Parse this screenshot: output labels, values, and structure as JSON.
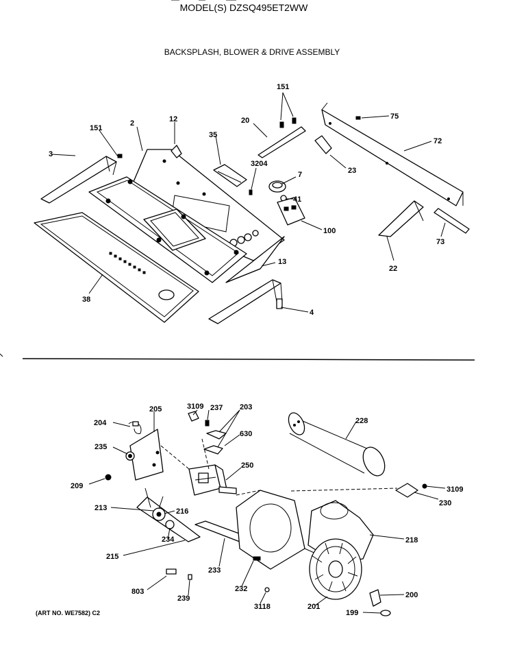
{
  "header": {
    "model": "MODEL(S) DZSQ495ET2WW",
    "section_title": "BACKSPLASH, BLOWER & DRIVE ASSEMBLY",
    "art_no": "(ART NO. WE7582) C2"
  },
  "callouts_top": {
    "c151a": "151",
    "c151b": "151",
    "c2": "2",
    "c12": "12",
    "c20": "20",
    "c75": "75",
    "c3": "3",
    "c35": "35",
    "c72": "72",
    "c23": "23",
    "c3204": "3204",
    "c7": "7",
    "c41": "41",
    "c100": "100",
    "c73": "73",
    "c13": "13",
    "c22": "22",
    "c38": "38",
    "c4": "4"
  },
  "callouts_bottom": {
    "c205": "205",
    "c204": "204",
    "c3109a": "3109",
    "c237": "237",
    "c203": "203",
    "c228": "228",
    "c630": "630",
    "c235": "235",
    "c250": "250",
    "c209": "209",
    "c3109b": "3109",
    "c230": "230",
    "c213": "213",
    "c216": "216",
    "c234": "234",
    "c218": "218",
    "c215": "215",
    "c233": "233",
    "c232": "232",
    "c200": "200",
    "c803": "803",
    "c239": "239",
    "c3118": "3118",
    "c201": "201",
    "c199": "199"
  }
}
